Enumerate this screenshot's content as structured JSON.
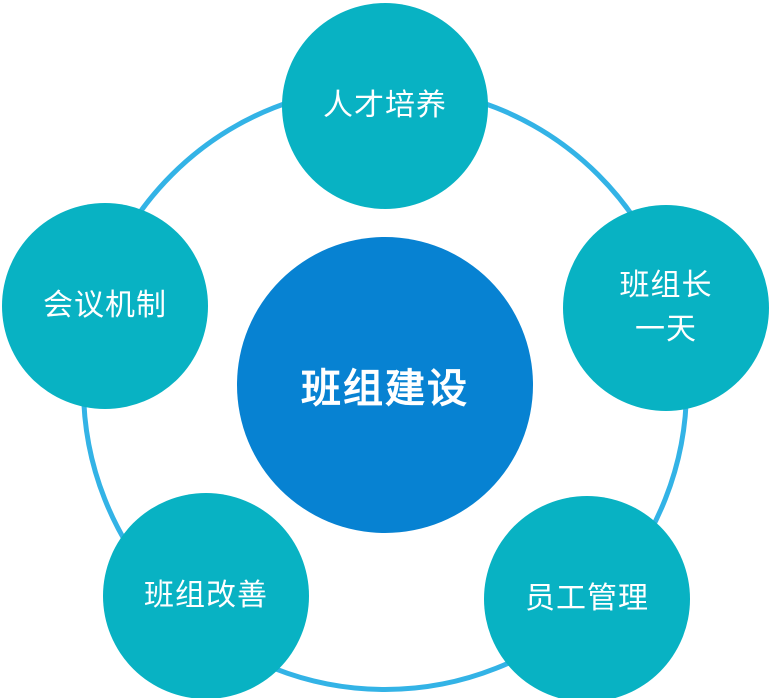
{
  "diagram": {
    "center": "班组建设",
    "nodes": [
      "人才培养",
      "班组长\n一天",
      "员工管理",
      "班组改善",
      "会议机制"
    ]
  },
  "colors": {
    "ring": "#33b3e6",
    "outer_node": "#08b2c3",
    "center_node": "#0782d2",
    "text": "#ffffff"
  }
}
